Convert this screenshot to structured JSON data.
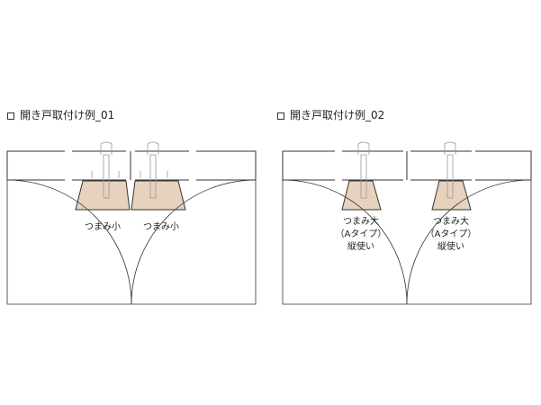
{
  "colors": {
    "knob_fill": "#e6d2bd",
    "line": "#333333",
    "light_line": "#999999"
  },
  "panels": [
    {
      "title": "開き戸取付け例_01",
      "label_left": [
        "つまみ小"
      ],
      "label_right": [
        "つまみ小"
      ]
    },
    {
      "title": "開き戸取付け例_02",
      "label_left": [
        "つまみ大",
        "（Aタイプ）",
        "縦使い"
      ],
      "label_right": [
        "つまみ大",
        "（Aタイプ）",
        "縦使い"
      ]
    }
  ]
}
